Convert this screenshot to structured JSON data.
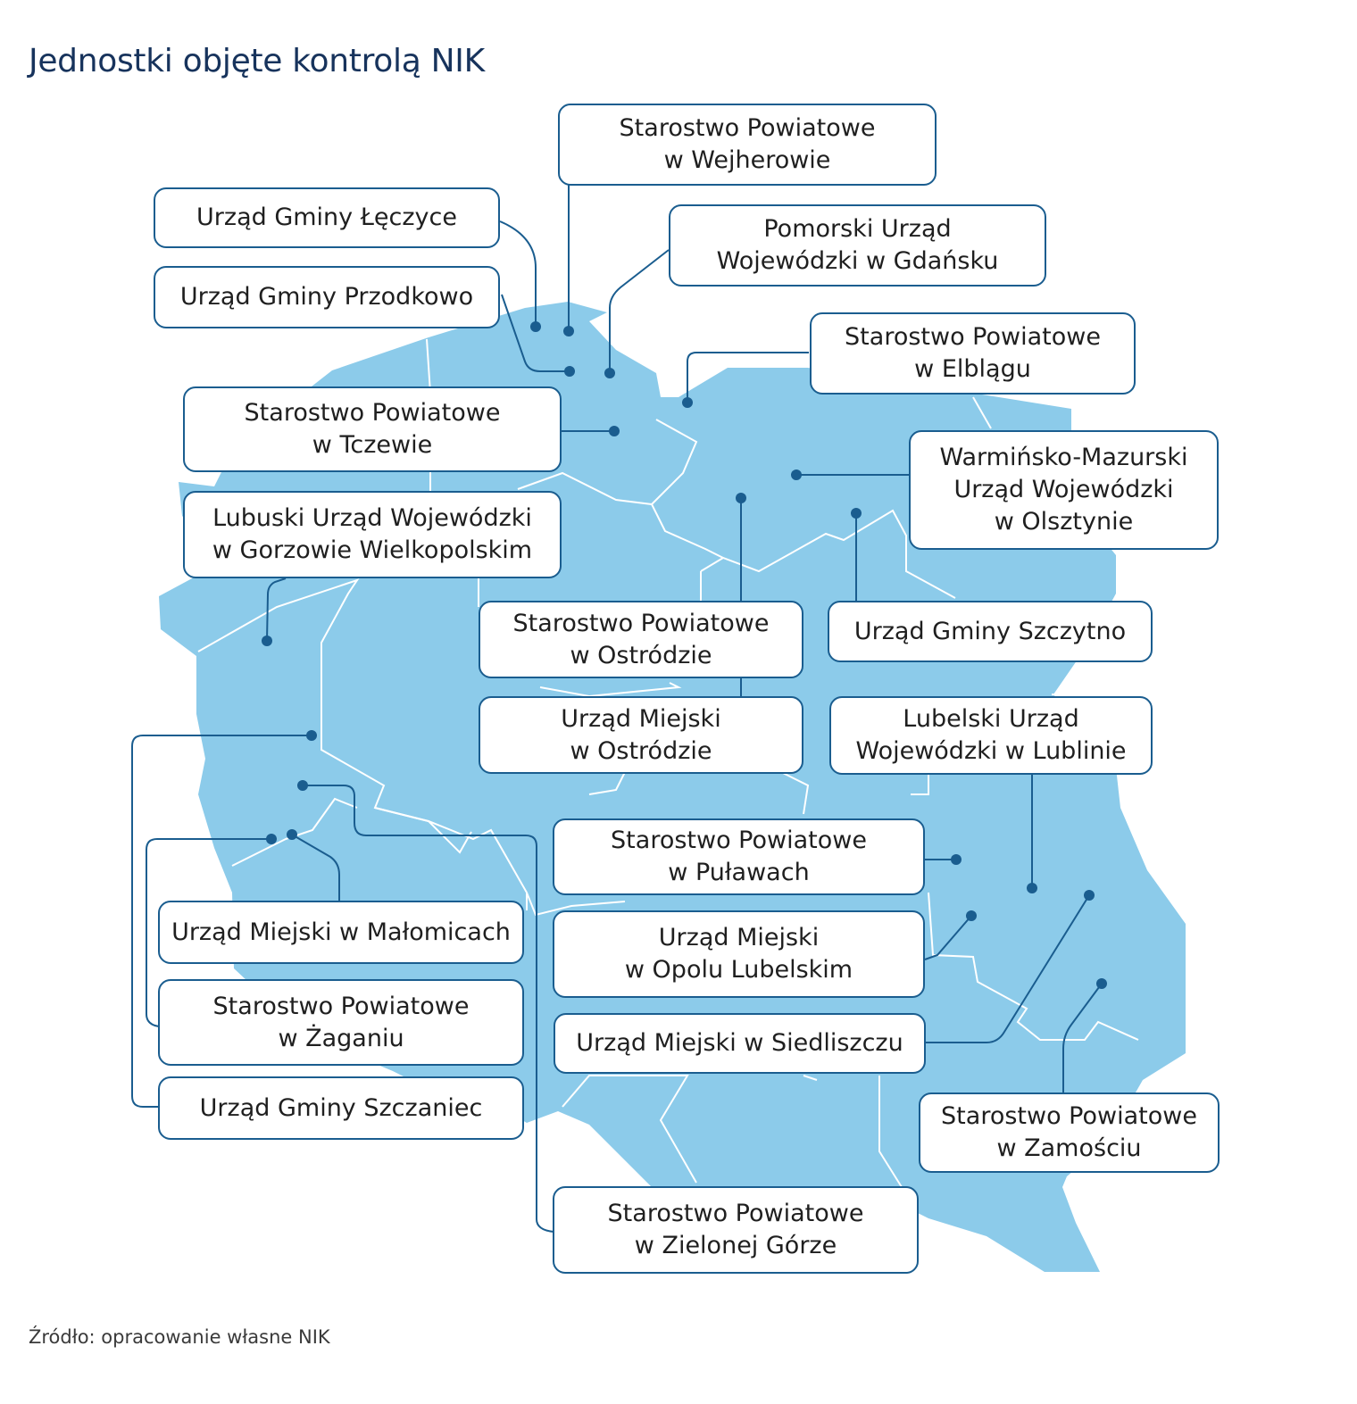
{
  "title": "Jednostki objęte kontrolą NIK",
  "source": "Źródło: opracowanie własne NIK",
  "colors": {
    "land": "#8ccbea",
    "border": "#ffffff",
    "accent": "#1a5d8f",
    "title": "#17335c"
  },
  "units": [
    {
      "id": "wejherowo",
      "text": "Starostwo Powiatowe\nw Wejherowie"
    },
    {
      "id": "leczyce",
      "text": "Urząd Gminy Łęczyce"
    },
    {
      "id": "gdansk",
      "text": "Pomorski Urząd\nWojewódzki w Gdańsku"
    },
    {
      "id": "przodkowo",
      "text": "Urząd Gminy Przodkowo"
    },
    {
      "id": "elblag",
      "text": "Starostwo Powiatowe\nw Elblągu"
    },
    {
      "id": "tczew",
      "text": "Starostwo Powiatowe\nw Tczewie"
    },
    {
      "id": "olsztyn",
      "text": "Warmińsko-Mazurski\nUrząd Wojewódzki\nw Olsztynie"
    },
    {
      "id": "gorzow",
      "text": "Lubuski Urząd Wojewódzki\nw Gorzowie Wielkopolskim"
    },
    {
      "id": "ostroda-st",
      "text": "Starostwo Powiatowe\nw Ostródzie"
    },
    {
      "id": "szczytno",
      "text": "Urząd Gminy Szczytno"
    },
    {
      "id": "ostroda-um",
      "text": "Urząd Miejski\nw Ostródzie"
    },
    {
      "id": "lublin",
      "text": "Lubelski Urząd\nWojewódzki w Lublinie"
    },
    {
      "id": "pulawy",
      "text": "Starostwo Powiatowe\nw Puławach"
    },
    {
      "id": "malomice",
      "text": "Urząd Miejski w Małomicach"
    },
    {
      "id": "opole-lub",
      "text": "Urząd Miejski\nw Opolu Lubelskim"
    },
    {
      "id": "zagan",
      "text": "Starostwo Powiatowe\nw Żaganiu"
    },
    {
      "id": "siedliszcze",
      "text": "Urząd Miejski w Siedliszczu"
    },
    {
      "id": "szczaniec",
      "text": "Urząd Gminy Szczaniec"
    },
    {
      "id": "zamosc",
      "text": "Starostwo Powiatowe\nw Zamościu"
    },
    {
      "id": "zielona-gora",
      "text": "Starostwo Powiatowe\nw Zielonej Górze"
    }
  ]
}
